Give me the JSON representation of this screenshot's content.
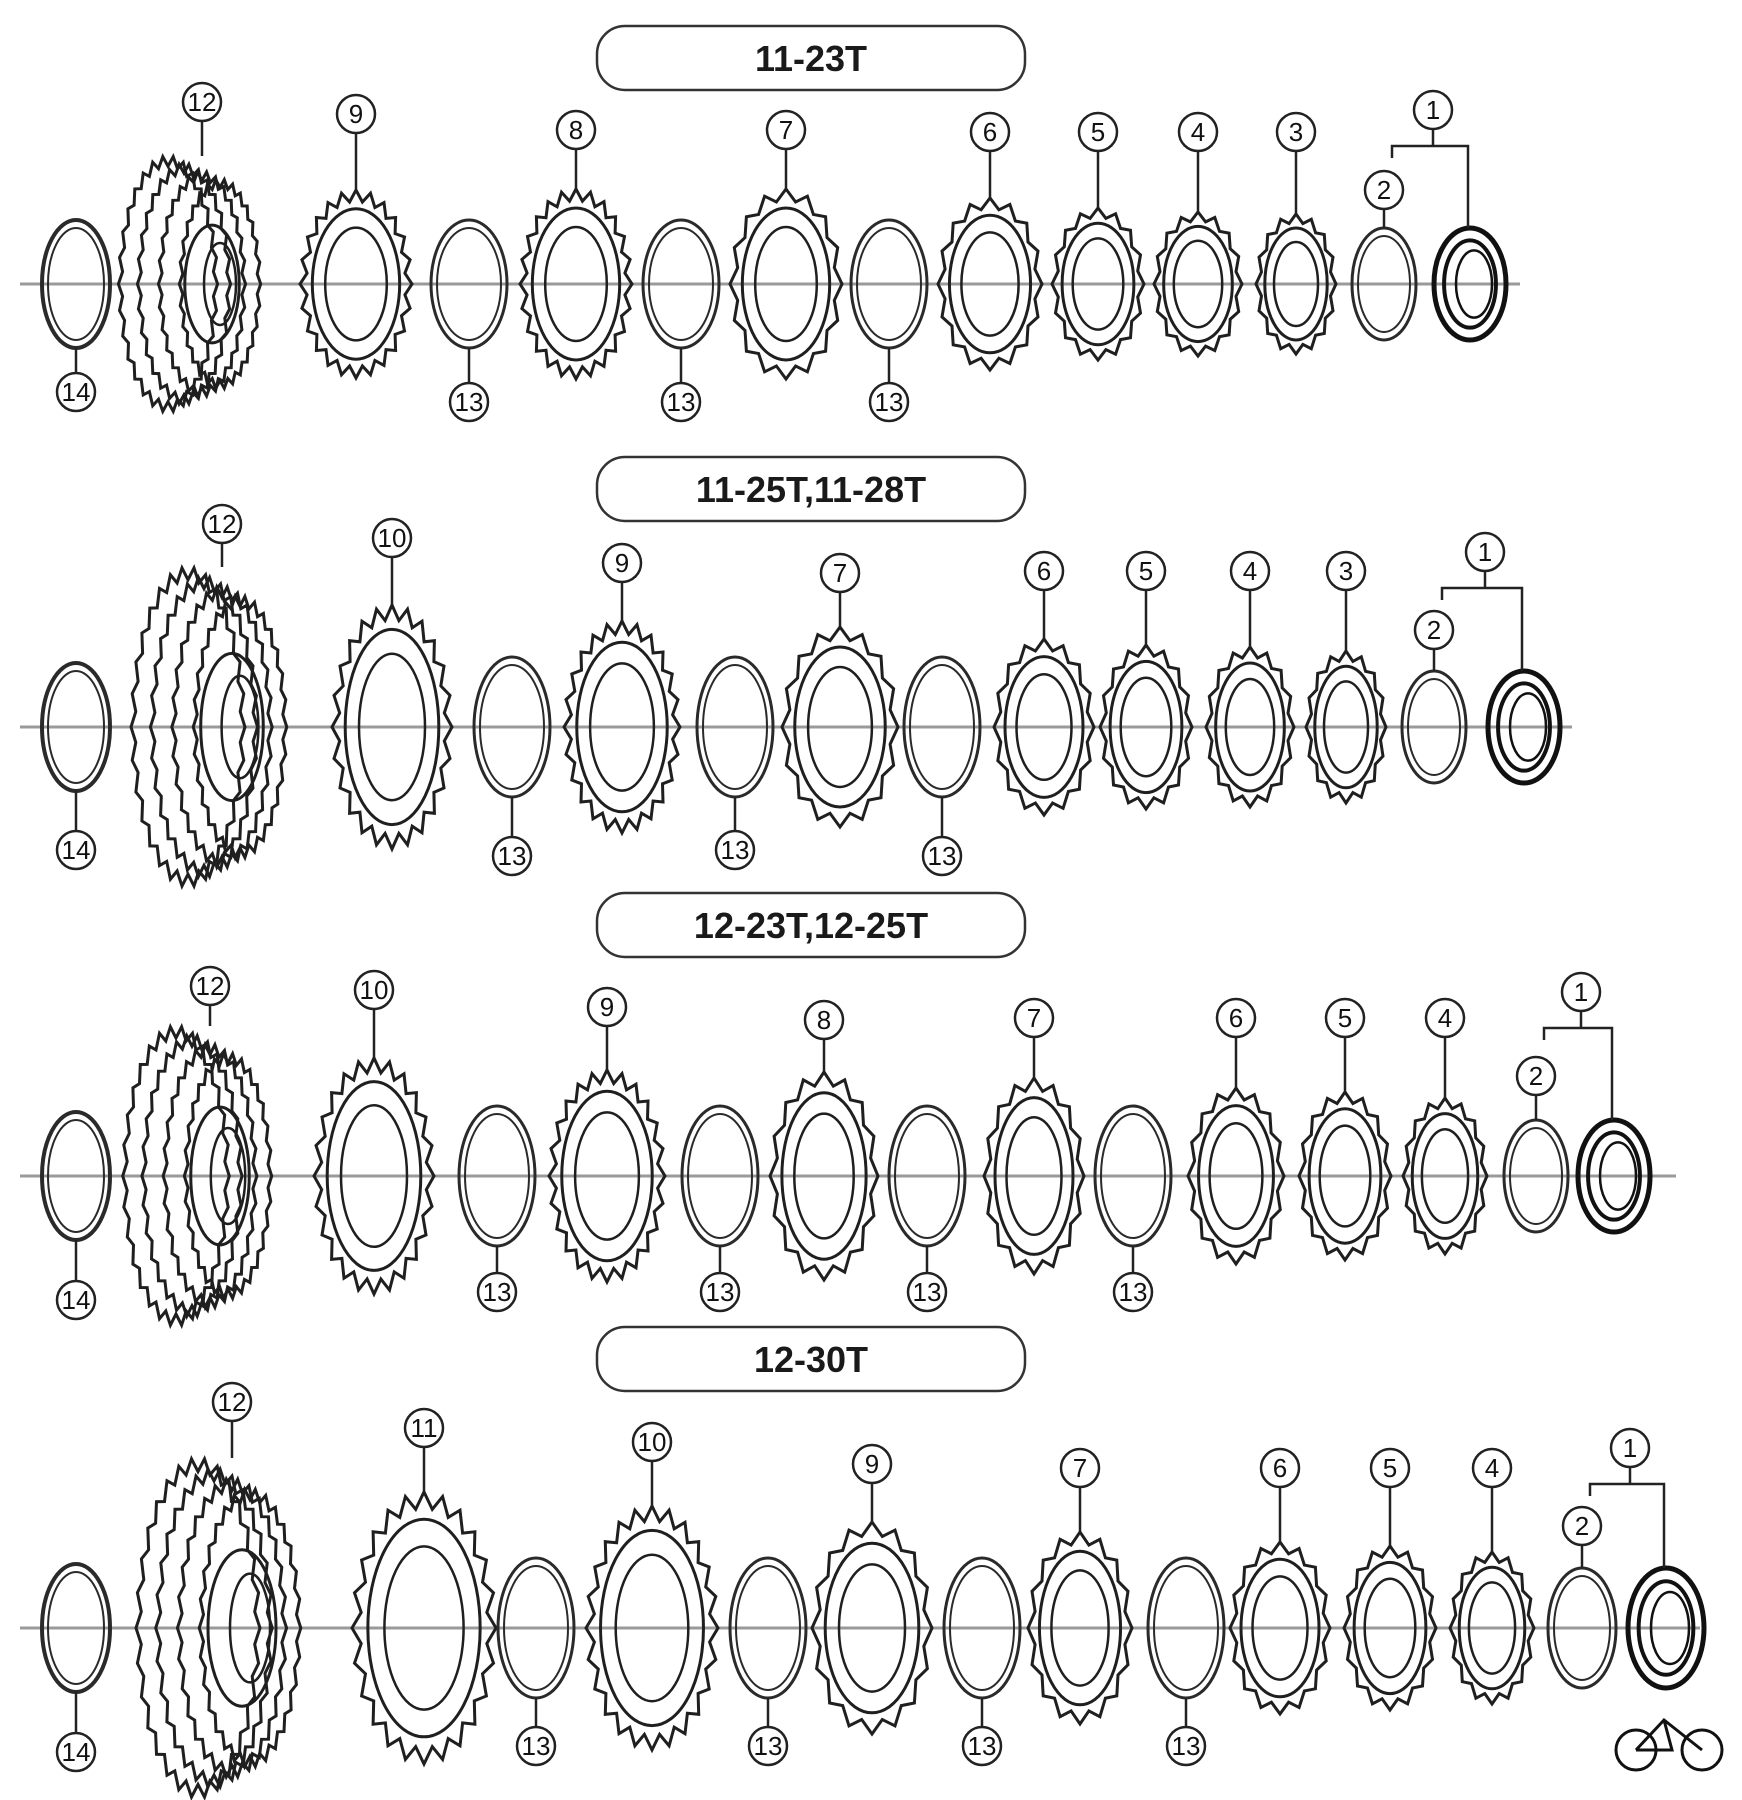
{
  "logo": {
    "icon": "bicycle-icon"
  },
  "rows": [
    {
      "title": "11-23T",
      "parts": [
        {
          "type": "spacer",
          "callout": "14"
        },
        {
          "type": "cluster",
          "callout": "12"
        },
        {
          "type": "sprocket",
          "callout": "9"
        },
        {
          "type": "spacer",
          "callout": "13"
        },
        {
          "type": "sprocket",
          "callout": "8"
        },
        {
          "type": "spacer",
          "callout": "13"
        },
        {
          "type": "sprocket",
          "callout": "7"
        },
        {
          "type": "spacer",
          "callout": "13"
        },
        {
          "type": "sprocket",
          "callout": "6"
        },
        {
          "type": "sprocket",
          "callout": "5"
        },
        {
          "type": "sprocket",
          "callout": "4"
        },
        {
          "type": "sprocket",
          "callout": "3"
        },
        {
          "type": "spacer",
          "callout": "2"
        },
        {
          "type": "lockring",
          "callout": "1"
        }
      ]
    },
    {
      "title": "11-25T,11-28T",
      "parts": [
        {
          "type": "spacer",
          "callout": "14"
        },
        {
          "type": "cluster",
          "callout": "12"
        },
        {
          "type": "sprocket",
          "callout": "10"
        },
        {
          "type": "spacer",
          "callout": "13"
        },
        {
          "type": "sprocket",
          "callout": "9"
        },
        {
          "type": "spacer",
          "callout": "13"
        },
        {
          "type": "sprocket",
          "callout": "7"
        },
        {
          "type": "spacer",
          "callout": "13"
        },
        {
          "type": "sprocket",
          "callout": "6"
        },
        {
          "type": "sprocket",
          "callout": "5"
        },
        {
          "type": "sprocket",
          "callout": "4"
        },
        {
          "type": "sprocket",
          "callout": "3"
        },
        {
          "type": "spacer",
          "callout": "2"
        },
        {
          "type": "lockring",
          "callout": "1"
        }
      ]
    },
    {
      "title": "12-23T,12-25T",
      "parts": [
        {
          "type": "spacer",
          "callout": "14"
        },
        {
          "type": "cluster",
          "callout": "12"
        },
        {
          "type": "sprocket",
          "callout": "10"
        },
        {
          "type": "spacer",
          "callout": "13"
        },
        {
          "type": "sprocket",
          "callout": "9"
        },
        {
          "type": "spacer",
          "callout": "13"
        },
        {
          "type": "sprocket",
          "callout": "8"
        },
        {
          "type": "spacer",
          "callout": "13"
        },
        {
          "type": "sprocket",
          "callout": "7"
        },
        {
          "type": "spacer",
          "callout": "13"
        },
        {
          "type": "sprocket",
          "callout": "6"
        },
        {
          "type": "sprocket",
          "callout": "5"
        },
        {
          "type": "sprocket",
          "callout": "4"
        },
        {
          "type": "spacer",
          "callout": "2"
        },
        {
          "type": "lockring",
          "callout": "1"
        }
      ]
    },
    {
      "title": "12-30T",
      "parts": [
        {
          "type": "spacer",
          "callout": "14"
        },
        {
          "type": "cluster",
          "callout": "12"
        },
        {
          "type": "sprocket",
          "callout": "11"
        },
        {
          "type": "spacer",
          "callout": "13"
        },
        {
          "type": "sprocket",
          "callout": "10"
        },
        {
          "type": "spacer",
          "callout": "13"
        },
        {
          "type": "sprocket",
          "callout": "9"
        },
        {
          "type": "spacer",
          "callout": "13"
        },
        {
          "type": "sprocket",
          "callout": "7"
        },
        {
          "type": "spacer",
          "callout": "13"
        },
        {
          "type": "sprocket",
          "callout": "6"
        },
        {
          "type": "sprocket",
          "callout": "5"
        },
        {
          "type": "sprocket",
          "callout": "4"
        },
        {
          "type": "spacer",
          "callout": "2"
        },
        {
          "type": "lockring",
          "callout": "1"
        }
      ]
    }
  ]
}
